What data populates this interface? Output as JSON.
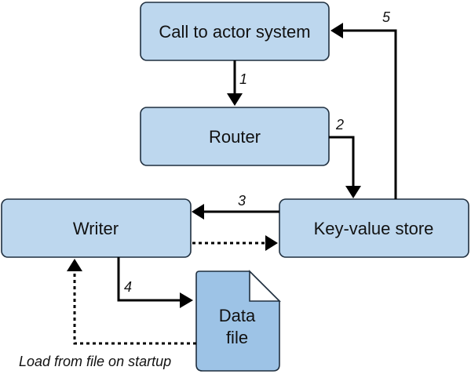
{
  "nodes": {
    "call_to_actor_system": "Call to actor system",
    "router": "Router",
    "key_value_store": "Key-value store",
    "writer": "Writer",
    "data_file": [
      "Data",
      "file"
    ]
  },
  "edges": [
    {
      "from": "Call to actor system",
      "to": "Router",
      "label": "1",
      "style": "solid"
    },
    {
      "from": "Router",
      "to": "Key-value store",
      "label": "2",
      "style": "solid"
    },
    {
      "from": "Key-value store",
      "to": "Writer",
      "label": "3",
      "style": "solid"
    },
    {
      "from": "Writer",
      "to": "Key-value store",
      "label": "",
      "style": "dashed"
    },
    {
      "from": "Writer",
      "to": "Data file",
      "label": "4",
      "style": "solid"
    },
    {
      "from": "Key-value store",
      "to": "Call to actor system",
      "label": "5",
      "style": "solid"
    },
    {
      "from": "Data file",
      "to": "Writer",
      "label": "Load from file on startup",
      "style": "dashed"
    }
  ],
  "colors": {
    "box_fill": "#bdd7ee",
    "file_fill": "#9dc3e6",
    "outline": "#1f2f3f",
    "arrow": "#000000"
  }
}
